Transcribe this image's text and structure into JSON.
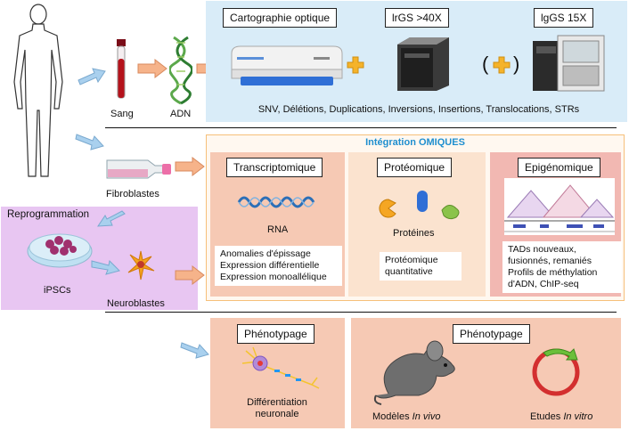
{
  "genome": {
    "sang": "Sang",
    "adn": "ADN",
    "box1": "Cartographie optique",
    "box2": "lrGS >40X",
    "box3": "lgGS 15X",
    "plus_paren_open": "(",
    "plus_paren_close": ")",
    "variants": "SNV, Délétions, Duplications, Inversions, Insertions, Translocations, STRs"
  },
  "cells": {
    "fibroblastes": "Fibroblastes",
    "reprogrammation": "Reprogrammation",
    "ipscs": "iPSCs",
    "neuroblastes": "Neuroblastes"
  },
  "omiques": {
    "title": "Intégration OMIQUES",
    "transcriptomique": {
      "header": "Transcriptomique",
      "label": "RNA",
      "lines": [
        "Anomalies d'épissage",
        "Expression différentielle",
        "Expression monoallélique"
      ]
    },
    "proteomique": {
      "header": "Protéomique",
      "label": "Protéines",
      "lines": [
        "Protéomique",
        "quantitative"
      ]
    },
    "epigenomique": {
      "header": "Epigénomique",
      "lines": [
        "TADs nouveaux,",
        "fusionnés, remaniés",
        "Profils de méthylation",
        "d'ADN, ChIP-seq"
      ]
    }
  },
  "phenotype": {
    "left_header": "Phénotypage",
    "left_caption": [
      "Différentiation",
      "neuronale"
    ],
    "right_header": "Phénotypage",
    "invivo_prefix": "Modèles ",
    "invivo_italic": "In vivo",
    "invitro_prefix": "Etudes ",
    "invitro_italic": "In vitro"
  },
  "colors": {
    "genome_bg": "#d9ecf8",
    "omiques_border": "#f6c07a",
    "omiques_title": "#1f8fcf",
    "salmon": "#f6c9b4",
    "peach": "#fbe3cf",
    "pink": "#f2b8b2",
    "purple": "#e8c6f2",
    "arrow_orange": "#f6b38a",
    "arrow_blue": "#a9d0ee"
  }
}
